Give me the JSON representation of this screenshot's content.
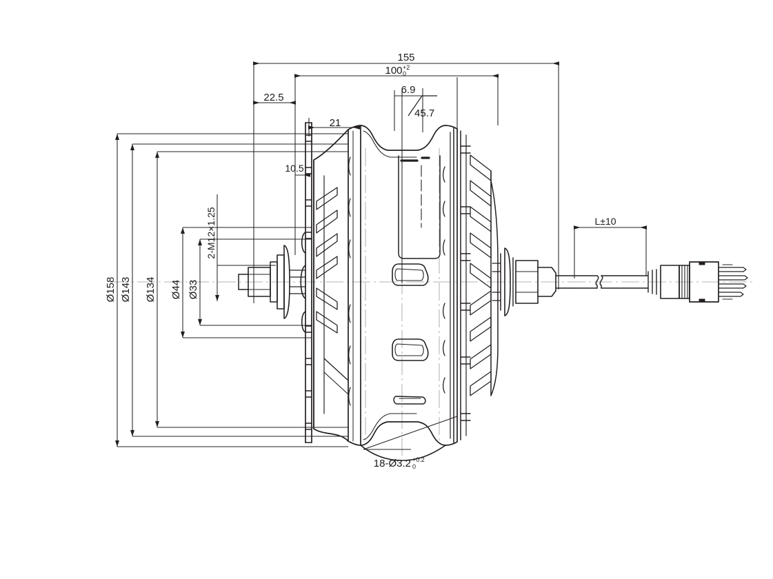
{
  "drawing": {
    "title": "Hub Motor Assembly Cross-Section Drawing",
    "background_color": "#ffffff",
    "line_color": "#231f20",
    "dimension_color": "#231f20",
    "centerline_color": "#8a8a8a"
  },
  "dimensions": {
    "overall_length": "155",
    "dropout_width_value": "100",
    "dropout_width_tol_upper": "+2",
    "dropout_width_tol_lower": "0",
    "left_offset": "22.5",
    "flange_to_flange": "21",
    "flange_thickness": "10.5",
    "stator_offset": "6.9",
    "magnet_ring_width": "45.7",
    "cable_length": "L±10",
    "od_outer": "Ø158",
    "od_flange": "Ø143",
    "od_pcd": "Ø134",
    "od_bearing": "Ø44",
    "od_axle_boss": "Ø33",
    "axle_thread": "2-M12×1.25",
    "spoke_holes_value": "18-Ø3.2",
    "spoke_holes_tol_upper": "+0.2",
    "spoke_holes_tol_lower": "0"
  },
  "labels": [
    {
      "id": "overall-length",
      "text": "155"
    },
    {
      "id": "dropout-width",
      "text": "100"
    },
    {
      "id": "left-offset",
      "text": "22.5"
    },
    {
      "id": "flange-to-flange",
      "text": "21"
    },
    {
      "id": "flange-thickness",
      "text": "10.5"
    },
    {
      "id": "stator-offset",
      "text": "6.9"
    },
    {
      "id": "magnet-ring-width",
      "text": "45.7"
    },
    {
      "id": "cable-length",
      "text": "L±10"
    },
    {
      "id": "od-outer",
      "text": "Ø158"
    },
    {
      "id": "od-flange",
      "text": "Ø143"
    },
    {
      "id": "od-pcd",
      "text": "Ø134"
    },
    {
      "id": "od-bearing",
      "text": "Ø44"
    },
    {
      "id": "od-axle-boss",
      "text": "Ø33"
    },
    {
      "id": "axle-thread",
      "text": "2-M12×1.25"
    },
    {
      "id": "spoke-holes",
      "text": "18-Ø3.2"
    }
  ]
}
